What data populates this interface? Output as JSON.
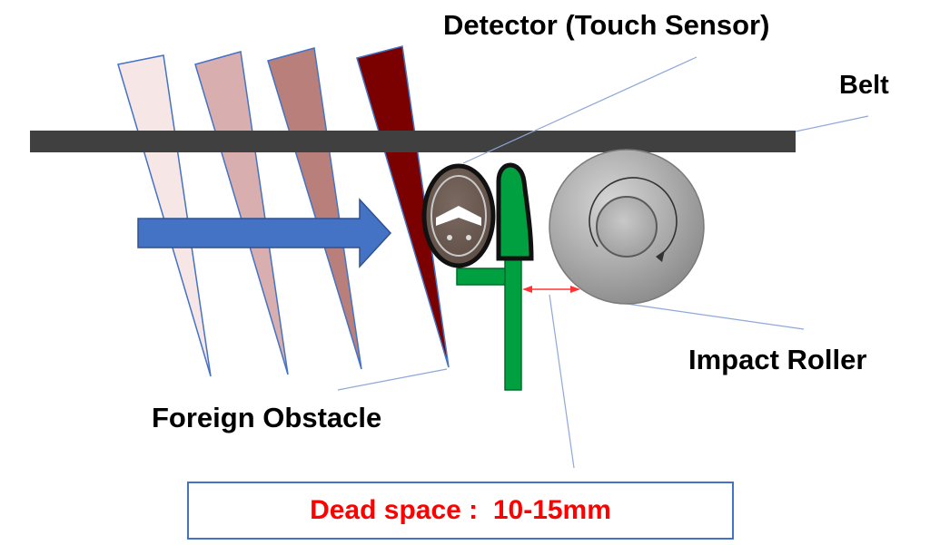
{
  "labels": {
    "detector": "Detector (Touch Sensor)",
    "belt": "Belt",
    "impact_roller": "Impact Roller",
    "foreign_obstacle": "Foreign Obstacle"
  },
  "callout": {
    "dead_space": "Dead space :  10-15mm"
  },
  "colors": {
    "belt": "#404040",
    "arrow": "#4472c4",
    "bracket": "#00a040",
    "obstacle_dark": "#7b0000",
    "dimension_arrow": "#ff3333",
    "callout_text": "#ff0000",
    "callout_border": "#4472c4"
  },
  "icons": [
    "direction-arrow",
    "rotation-arrow-icon"
  ]
}
